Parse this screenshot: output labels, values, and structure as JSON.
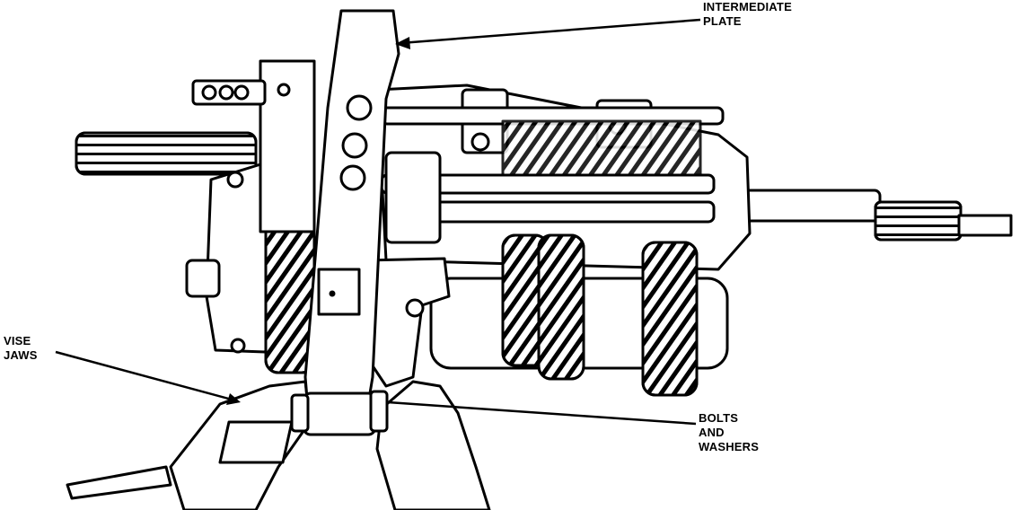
{
  "labels": {
    "intermediate_plate": [
      "INTERMEDIATE",
      "PLATE"
    ],
    "vise_jaws": [
      "VISE",
      "JAWS"
    ],
    "bolts_and_washers": [
      "BOLTS",
      "AND",
      "WASHERS"
    ]
  },
  "colors": {
    "ink": "#000000",
    "paper": "#ffffff"
  }
}
